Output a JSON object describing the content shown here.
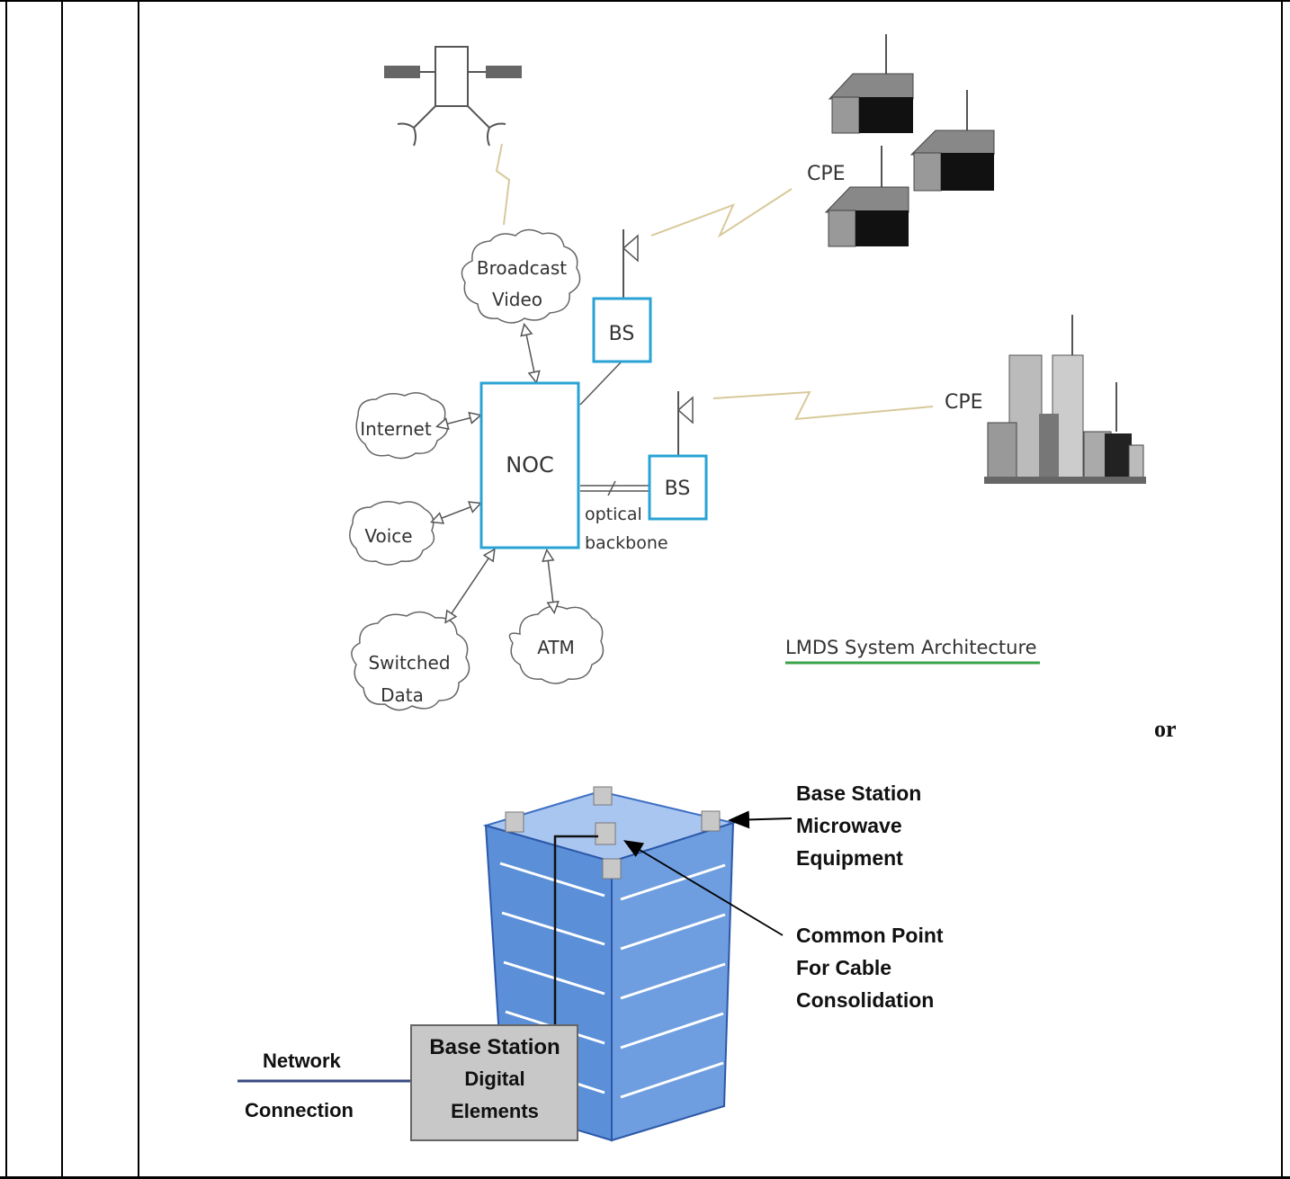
{
  "diagram_top": {
    "title": "LMDS System Architecture",
    "nodes": {
      "noc": "NOC",
      "bs_upper": "BS",
      "bs_lower": "BS",
      "broadcast_video": [
        "Broadcast",
        "Video"
      ],
      "internet": "Internet",
      "voice": "Voice",
      "switched_data": [
        "Switched",
        "Data"
      ],
      "atm": "ATM",
      "cpe_houses": "CPE",
      "cpe_city": "CPE",
      "optical_backbone": [
        "optical",
        "backbone"
      ]
    }
  },
  "separator_text": "or",
  "diagram_bottom": {
    "base_station_microwave": [
      "Base Station",
      "Microwave",
      "Equipment"
    ],
    "common_point": [
      "Common Point",
      "For Cable",
      "Consolidation"
    ],
    "network_connection": [
      "Network",
      "Connection"
    ],
    "digital_elements": [
      "Base Station",
      "Digital",
      "Elements"
    ]
  },
  "colors": {
    "box_stroke": "#29a3d4",
    "wireless_link": "#d8c99a",
    "title_underline": "#3aa34a",
    "building_blue": "#5b8fd8"
  }
}
